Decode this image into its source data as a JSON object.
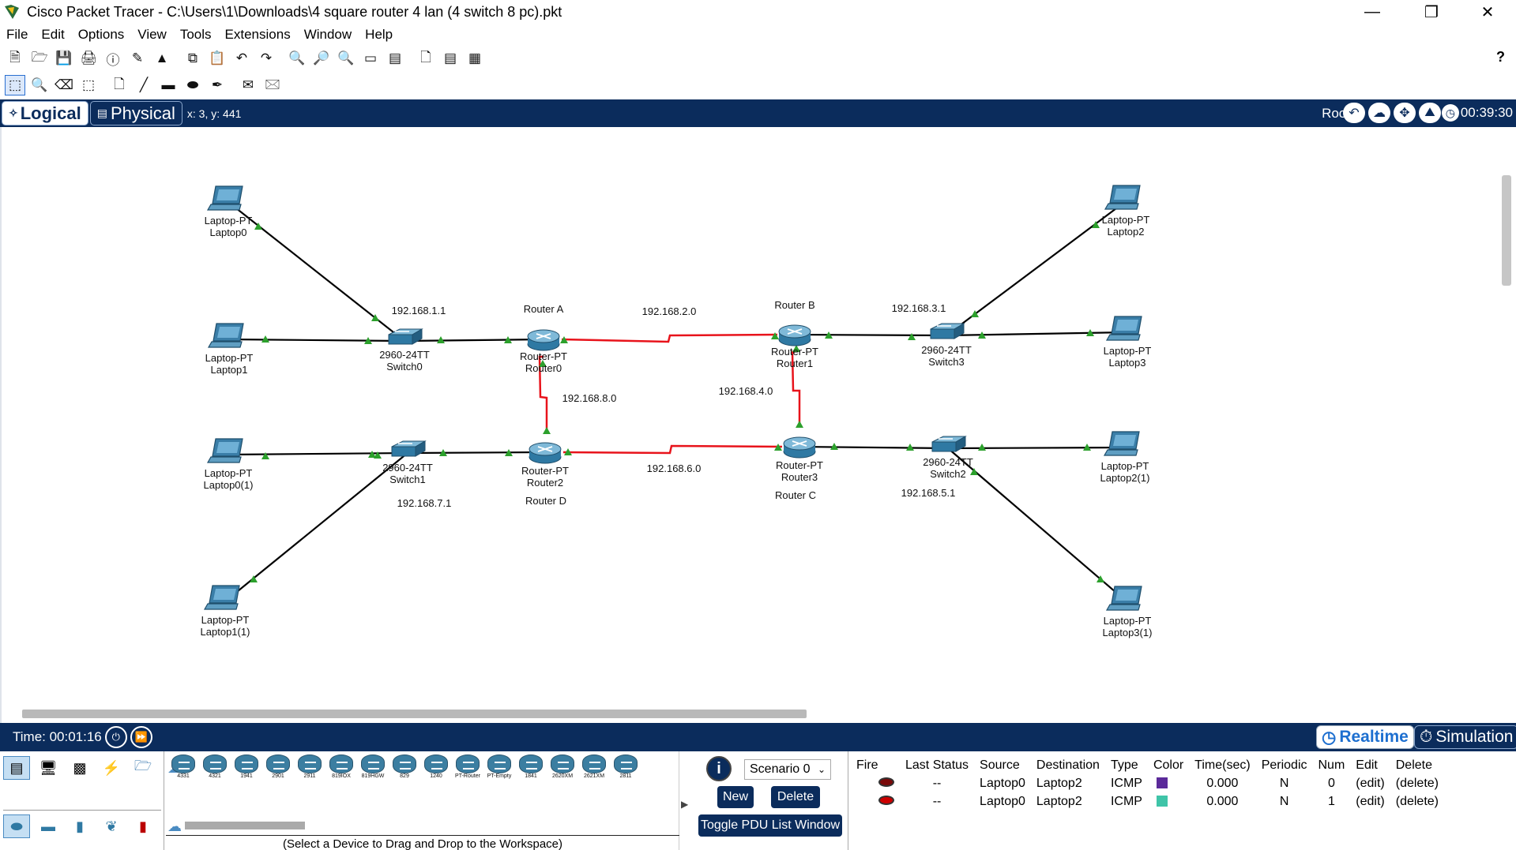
{
  "window": {
    "title": "Cisco Packet Tracer - C:\\Users\\1\\Downloads\\4 square router 4 lan (4 switch 8 pc).pkt"
  },
  "menu": [
    "File",
    "Edit",
    "Options",
    "View",
    "Tools",
    "Extensions",
    "Window",
    "Help"
  ],
  "main_toolbar": {
    "icons": [
      "new-file-icon",
      "open-file-icon",
      "save-icon",
      "print-icon",
      "info-icon",
      "activity-wizard-icon",
      "network-info-icon",
      "copy-icon",
      "paste-icon",
      "undo-icon",
      "redo-icon",
      "zoom-in-icon",
      "zoom-reset-icon",
      "zoom-out-icon",
      "drawing-palette-icon",
      "custom-device-icon",
      "text-file-icon",
      "inspect-icon",
      "viewport-icon"
    ],
    "help": "?"
  },
  "tools_toolbar": {
    "icons": [
      "select-icon",
      "inspect-tool-icon",
      "delete-tool-icon",
      "resize-icon",
      "note-icon",
      "line-draw-icon",
      "rectangle-icon",
      "ellipse-icon",
      "freeform-icon",
      "simple-pdu-icon",
      "complex-pdu-icon"
    ]
  },
  "view_bar": {
    "logical": "Logical",
    "physical": "Physical",
    "coords": "x: 3, y: 441",
    "root": "Root",
    "clock": "00:39:30"
  },
  "topology": {
    "devices": [
      {
        "id": "laptop0",
        "type": "Laptop-PT",
        "name": "Laptop0"
      },
      {
        "id": "laptop1",
        "type": "Laptop-PT",
        "name": "Laptop1"
      },
      {
        "id": "laptop0_1",
        "type": "Laptop-PT",
        "name": "Laptop0(1)"
      },
      {
        "id": "laptop1_1",
        "type": "Laptop-PT",
        "name": "Laptop1(1)"
      },
      {
        "id": "laptop2",
        "type": "Laptop-PT",
        "name": "Laptop2"
      },
      {
        "id": "laptop3",
        "type": "Laptop-PT",
        "name": "Laptop3"
      },
      {
        "id": "laptop2_1",
        "type": "Laptop-PT",
        "name": "Laptop2(1)"
      },
      {
        "id": "laptop3_1",
        "type": "Laptop-PT",
        "name": "Laptop3(1)"
      },
      {
        "id": "switch0",
        "type": "2960-24TT",
        "name": "Switch0"
      },
      {
        "id": "switch1",
        "type": "2960-24TT",
        "name": "Switch1"
      },
      {
        "id": "switch2",
        "type": "2960-24TT",
        "name": "Switch2"
      },
      {
        "id": "switch3",
        "type": "2960-24TT",
        "name": "Switch3"
      },
      {
        "id": "router0",
        "type": "Router-PT",
        "name": "Router0",
        "note": "Router A"
      },
      {
        "id": "router1",
        "type": "Router-PT",
        "name": "Router1",
        "note": "Router B"
      },
      {
        "id": "router2",
        "type": "Router-PT",
        "name": "Router2",
        "note": "Router D"
      },
      {
        "id": "router3",
        "type": "Router-PT",
        "name": "Router3",
        "note": "Router C"
      }
    ],
    "links": [
      {
        "from": "laptop0",
        "to": "switch0",
        "kind": "copper"
      },
      {
        "from": "laptop1",
        "to": "switch0",
        "kind": "copper"
      },
      {
        "from": "switch0",
        "to": "router0",
        "kind": "copper"
      },
      {
        "from": "laptop0_1",
        "to": "switch1",
        "kind": "copper"
      },
      {
        "from": "laptop1_1",
        "to": "switch1",
        "kind": "copper"
      },
      {
        "from": "switch1",
        "to": "router2",
        "kind": "copper"
      },
      {
        "from": "laptop2",
        "to": "switch3",
        "kind": "copper"
      },
      {
        "from": "laptop3",
        "to": "switch3",
        "kind": "copper"
      },
      {
        "from": "switch3",
        "to": "router1",
        "kind": "copper"
      },
      {
        "from": "laptop2_1",
        "to": "switch2",
        "kind": "copper"
      },
      {
        "from": "laptop3_1",
        "to": "switch2",
        "kind": "copper"
      },
      {
        "from": "switch2",
        "to": "router3",
        "kind": "copper"
      },
      {
        "from": "router0",
        "to": "router1",
        "kind": "serial"
      },
      {
        "from": "router0",
        "to": "router2",
        "kind": "serial"
      },
      {
        "from": "router2",
        "to": "router3",
        "kind": "serial"
      },
      {
        "from": "router1",
        "to": "router3",
        "kind": "serial"
      }
    ],
    "notes": {
      "n1": "192.168.1.1",
      "n2": "192.168.2.0",
      "n3": "192.168.3.1",
      "n4": "192.168.4.0",
      "n5": "192.168.5.1",
      "n6": "192.168.6.0",
      "n7": "192.168.7.1",
      "n8": "192.168.8.0"
    },
    "colors": {
      "copper": "#000000",
      "serial": "#e8131b",
      "link_light": "#2ca02c"
    }
  },
  "status": {
    "time": "Time: 00:01:16",
    "realtime": "Realtime",
    "simulation": "Simulation"
  },
  "device_palette": {
    "categories": [
      "network-devices-icon",
      "end-devices-icon",
      "components-icon",
      "connections-icon",
      "misc-icon",
      "multiuser-icon"
    ],
    "subcategories": [
      "routers-icon",
      "switches-icon",
      "hubs-icon",
      "wireless-icon",
      "security-icon",
      "wan-emulation-icon"
    ],
    "models": [
      "4331",
      "4321",
      "1941",
      "2901",
      "2911",
      "819IOX",
      "819HGW",
      "829",
      "1240",
      "PT-Router",
      "PT-Empty",
      "1841",
      "2620XM",
      "2621XM",
      "2811"
    ],
    "hint": "(Select a Device to Drag and Drop to the Workspace)"
  },
  "scenario": {
    "selected": "Scenario 0",
    "new": "New",
    "delete": "Delete",
    "toggle": "Toggle PDU List Window"
  },
  "pdu_table": {
    "headers": [
      "Fire",
      "Last Status",
      "Source",
      "Destination",
      "Type",
      "Color",
      "Time(sec)",
      "Periodic",
      "Num",
      "Edit",
      "Delete"
    ],
    "rows": [
      {
        "last_status": "--",
        "source": "Laptop0",
        "destination": "Laptop2",
        "type": "ICMP",
        "color": "#5b2a9a",
        "time": "0.000",
        "periodic": "N",
        "num": "0",
        "edit": "(edit)",
        "delete": "(delete)"
      },
      {
        "last_status": "--",
        "source": "Laptop0",
        "destination": "Laptop2",
        "type": "ICMP",
        "color": "#3fc4a8",
        "time": "0.000",
        "periodic": "N",
        "num": "1",
        "edit": "(edit)",
        "delete": "(delete)"
      }
    ]
  }
}
